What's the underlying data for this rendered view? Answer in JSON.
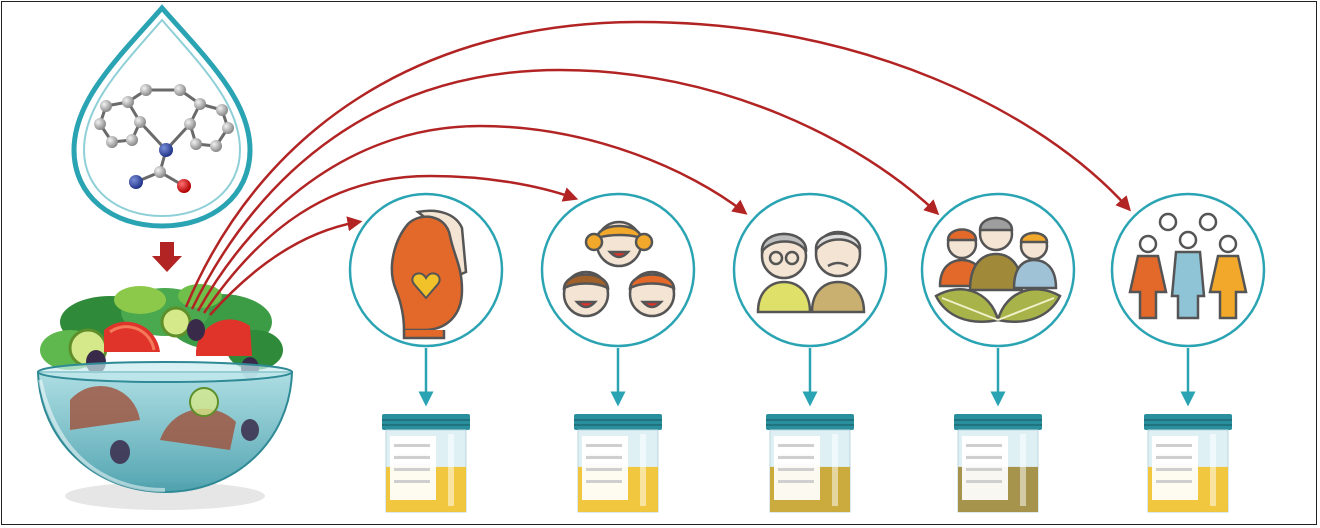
{
  "colors": {
    "teal": "#2aa3b3",
    "arrow_red": "#b22424",
    "orange": "#e2692a",
    "skin": "#f4e4d4",
    "yellow_urine": "#f2c22a",
    "amber_urine": "#c9a32a",
    "brown_urine": "#a08a3a",
    "olive": "#a8b34a",
    "gray": "#8c8c8c"
  },
  "icons": {
    "molecule": "molecule-icon",
    "salad": "salad-bowl-icon",
    "groups": [
      {
        "id": "pregnant",
        "icon": "pregnant-woman-icon"
      },
      {
        "id": "children",
        "icon": "children-icon"
      },
      {
        "id": "elderly",
        "icon": "elderly-couple-icon"
      },
      {
        "id": "vegetarian",
        "icon": "family-leaves-icon"
      },
      {
        "id": "general",
        "icon": "general-population-icon"
      }
    ],
    "sample": "urine-sample-cup-icon"
  },
  "samples": [
    {
      "group": "pregnant",
      "fill_level": 0.55,
      "color": "#f2c22a"
    },
    {
      "group": "children",
      "fill_level": 0.55,
      "color": "#f2c22a"
    },
    {
      "group": "elderly",
      "fill_level": 0.55,
      "color": "#c9a32a"
    },
    {
      "group": "vegetarian",
      "fill_level": 0.55,
      "color": "#a08a3a"
    },
    {
      "group": "general",
      "fill_level": 0.55,
      "color": "#f2c22a"
    }
  ]
}
